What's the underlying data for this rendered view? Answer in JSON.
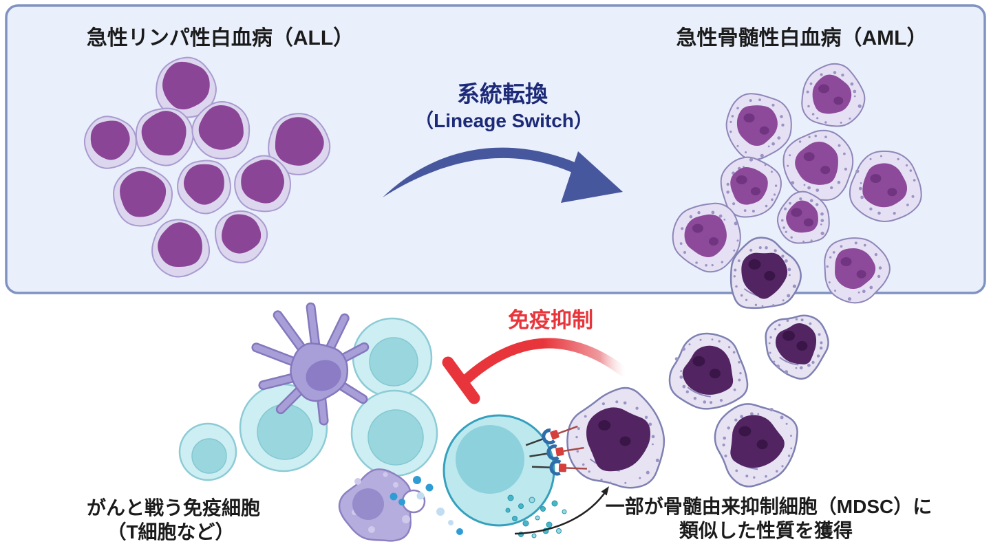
{
  "figure": {
    "panel": {
      "all_label": "急性リンパ性白血病（ALL）",
      "aml_label": "急性骨髄性白血病（AML）",
      "lineage_switch_jp": "系統転換",
      "lineage_switch_en": "（Lineage Switch）"
    },
    "bottom": {
      "immunosuppression_label": "免疫抑制",
      "immune_cells_line1": "がんと戦う免疫細胞",
      "immune_cells_line2": "（T細胞など）",
      "mdsc_line1": "一部が骨髄由来抑制細胞（MDSC）に",
      "mdsc_line2": "類似した性質を獲得"
    },
    "icons": {
      "lineage_switch_arrow": "curved-swoosh-arrow-right",
      "inhibition_arrow": "red-arc-with-t-bar",
      "transformation_arrow": "thin-curved-black-arrow"
    },
    "colors": {
      "panel_background": "#e9effb",
      "panel_border": "#8092c2",
      "lineage_text": "#1c2a78",
      "lineage_arrow": "#47579e",
      "inhibition_red": "#e8353b",
      "all_nucleus": "#8b4596",
      "all_cytoplasm": "#dcd7ee",
      "all_outline": "#a89bd0",
      "aml_nucleus": "#8d4a9a",
      "aml_nucleolus": "#703480",
      "aml_cytoplasm": "#e5e0f3",
      "aml_outline": "#8d86b8",
      "speckle": "#9a93c4",
      "mdsc_nucleus": "#522562",
      "mdsc_nucleolus": "#3a1547",
      "mdsc_cytoplasm": "#e7e3f3",
      "mdsc_outline": "#7e80b2",
      "t_cell_fill": "#cdeef2",
      "t_cell_outline": "#8ccbd5",
      "t_cell_nucleus": "#9ad6de",
      "active_t_fill": "#bce8ee",
      "active_t_outline": "#35a0bd",
      "active_t_nucleus": "#8dd1dc",
      "dendritic_body": "#a89fd8",
      "dendritic_outline": "#8577bd",
      "dendritic_nucleus": "#8b7cc5",
      "macrophage_body": "#b6addf",
      "macrophage_outline": "#8d80c2",
      "macrophage_nucleus": "#978ccb",
      "granule_teal": "#49b5c8",
      "granule_teal_dark": "#2794ab",
      "dot_blue": "#2f9cd4",
      "dot_blue_light": "#c2ddf2",
      "receptor_blue": "#2e6da8",
      "ligand_red": "#d6403c"
    }
  }
}
